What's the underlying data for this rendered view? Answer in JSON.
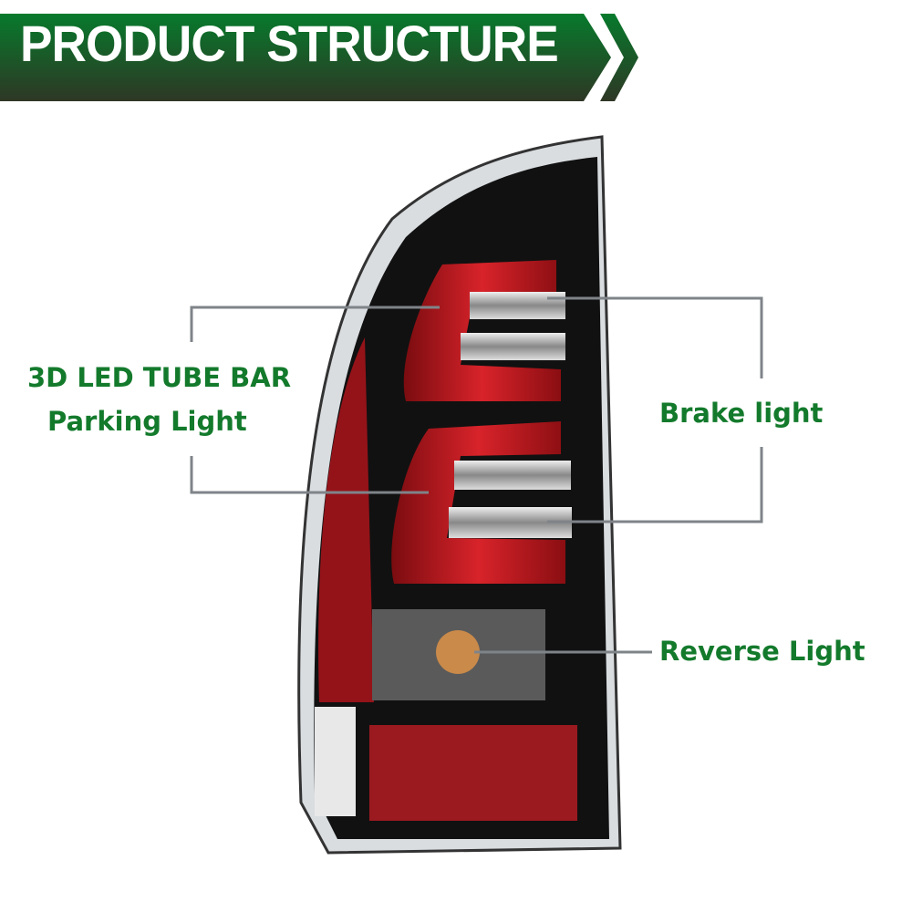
{
  "banner": {
    "title": "PRODUCT STRUCTURE",
    "gradient_top": "#077a2c",
    "gradient_bottom": "#2e3725"
  },
  "labels": {
    "tube_bar_line1": "3D LED TUBE BAR",
    "tube_bar_line2": "Parking Light",
    "brake": "Brake light",
    "reverse": "Reverse Light"
  },
  "colors": {
    "label_text": "#137a2c",
    "callout_line": "#7f8489"
  }
}
